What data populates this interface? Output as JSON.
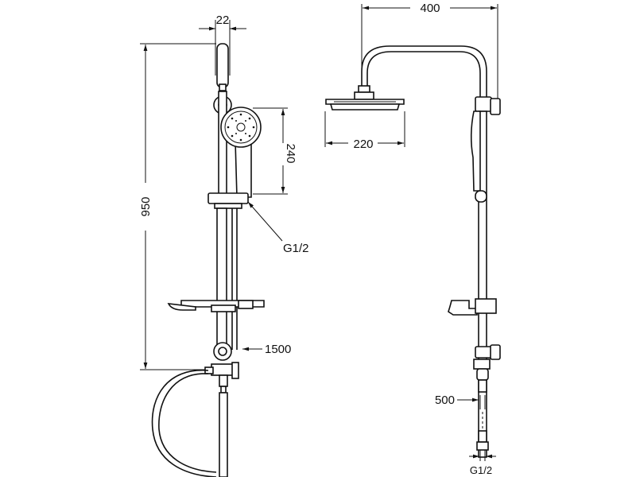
{
  "dimensions": {
    "side_rail_width": "22",
    "total_height": "950",
    "hand_shower_height": "240",
    "hand_connection": "G1/2",
    "hose_length": "1500",
    "arm_reach": "400",
    "head_width": "220",
    "inlet_length": "500",
    "inlet_connection": "G1/2"
  },
  "colors": {
    "line": "#111111",
    "background": "#ffffff"
  }
}
